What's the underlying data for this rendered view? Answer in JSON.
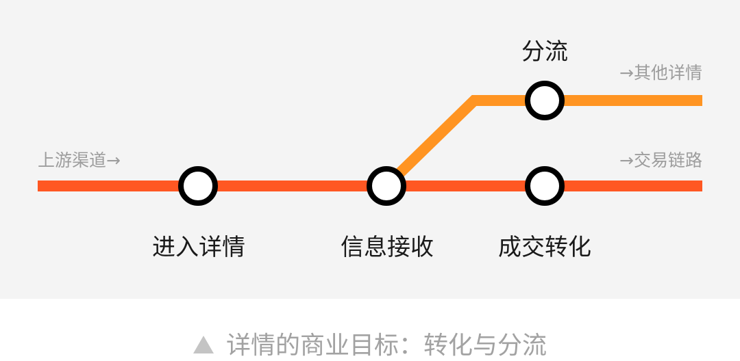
{
  "diagram": {
    "upstream_label": "上游渠道→",
    "nodes": {
      "enter_detail": "进入详情",
      "info_receive": "信息接收",
      "deal_conversion": "成交转化",
      "divert": "分流"
    },
    "outlets": {
      "other_details": "→其他详情",
      "transaction_link": "→交易链路"
    },
    "colors": {
      "main_line": "#ff5722",
      "branch_line": "#ff9422",
      "node_fill": "#ffffff",
      "node_stroke": "#000000"
    }
  },
  "caption": {
    "icon": "triangle-up-icon",
    "text": "详情的商业目标：转化与分流"
  }
}
